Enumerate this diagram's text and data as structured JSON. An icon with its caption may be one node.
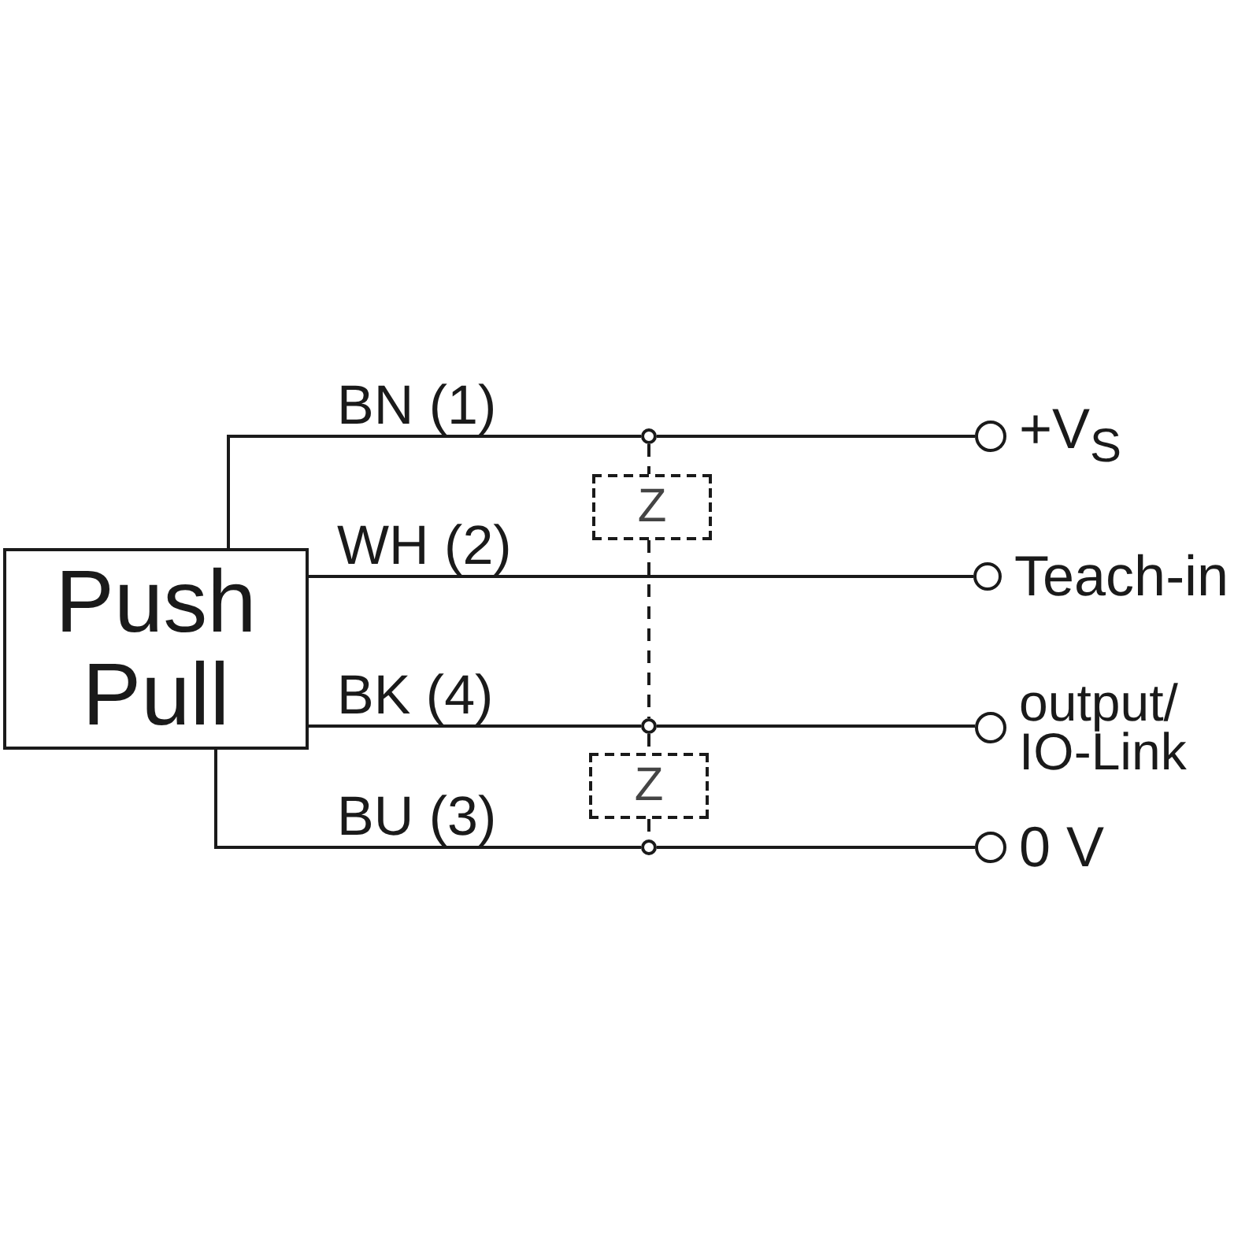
{
  "diagram": {
    "nodes": [
      {
        "text": [
          "Push Pull"
        ]
      },
      {
        "text": [],
        "shape": "circle"
      },
      {
        "text": [
          "Z"
        ]
      },
      {
        "text": [],
        "shape": "circle"
      },
      {
        "text": [
          "Z"
        ]
      },
      {
        "text": [],
        "shape": "circle"
      },
      {
        "text": [
          "+V$_{S}$"
        ]
      },
      {
        "text": [
          "Teach-in"
        ]
      },
      {
        "text": [
          "output/ IO-Link"
        ]
      },
      {
        "text": [
          "0 V"
        ]
      }
    ],
    "edges": [
      {
        "from": 0,
        "to": 1,
        "arrow": "none",
        "label": "BN (1)"
      },
      {
        "from": 1,
        "to": 6,
        "arrow": "none"
      },
      {
        "from": 0,
        "to": 7,
        "arrow": "none",
        "label": "WH (2)"
      },
      {
        "from": 0,
        "to": 3,
        "arrow": "none",
        "label": "BK (4)"
      },
      {
        "from": 3,
        "to": 8,
        "arrow": "none"
      },
      {
        "from": 0,
        "to": 5,
        "arrow": "none",
        "label": "BU (3)"
      },
      {
        "from": 5,
        "to": 9,
        "arrow": "none"
      },
      {
        "from": 1,
        "to": 2,
        "arrow": "none",
        "style": "dashed"
      },
      {
        "from": 2,
        "to": 3,
        "arrow": "none",
        "style": "dashed"
      },
      {
        "from": 3,
        "to": 4,
        "arrow": "none",
        "style": "dashed"
      },
      {
        "from": 4,
        "to": 5,
        "arrow": "none",
        "style": "dashed"
      }
    ]
  }
}
